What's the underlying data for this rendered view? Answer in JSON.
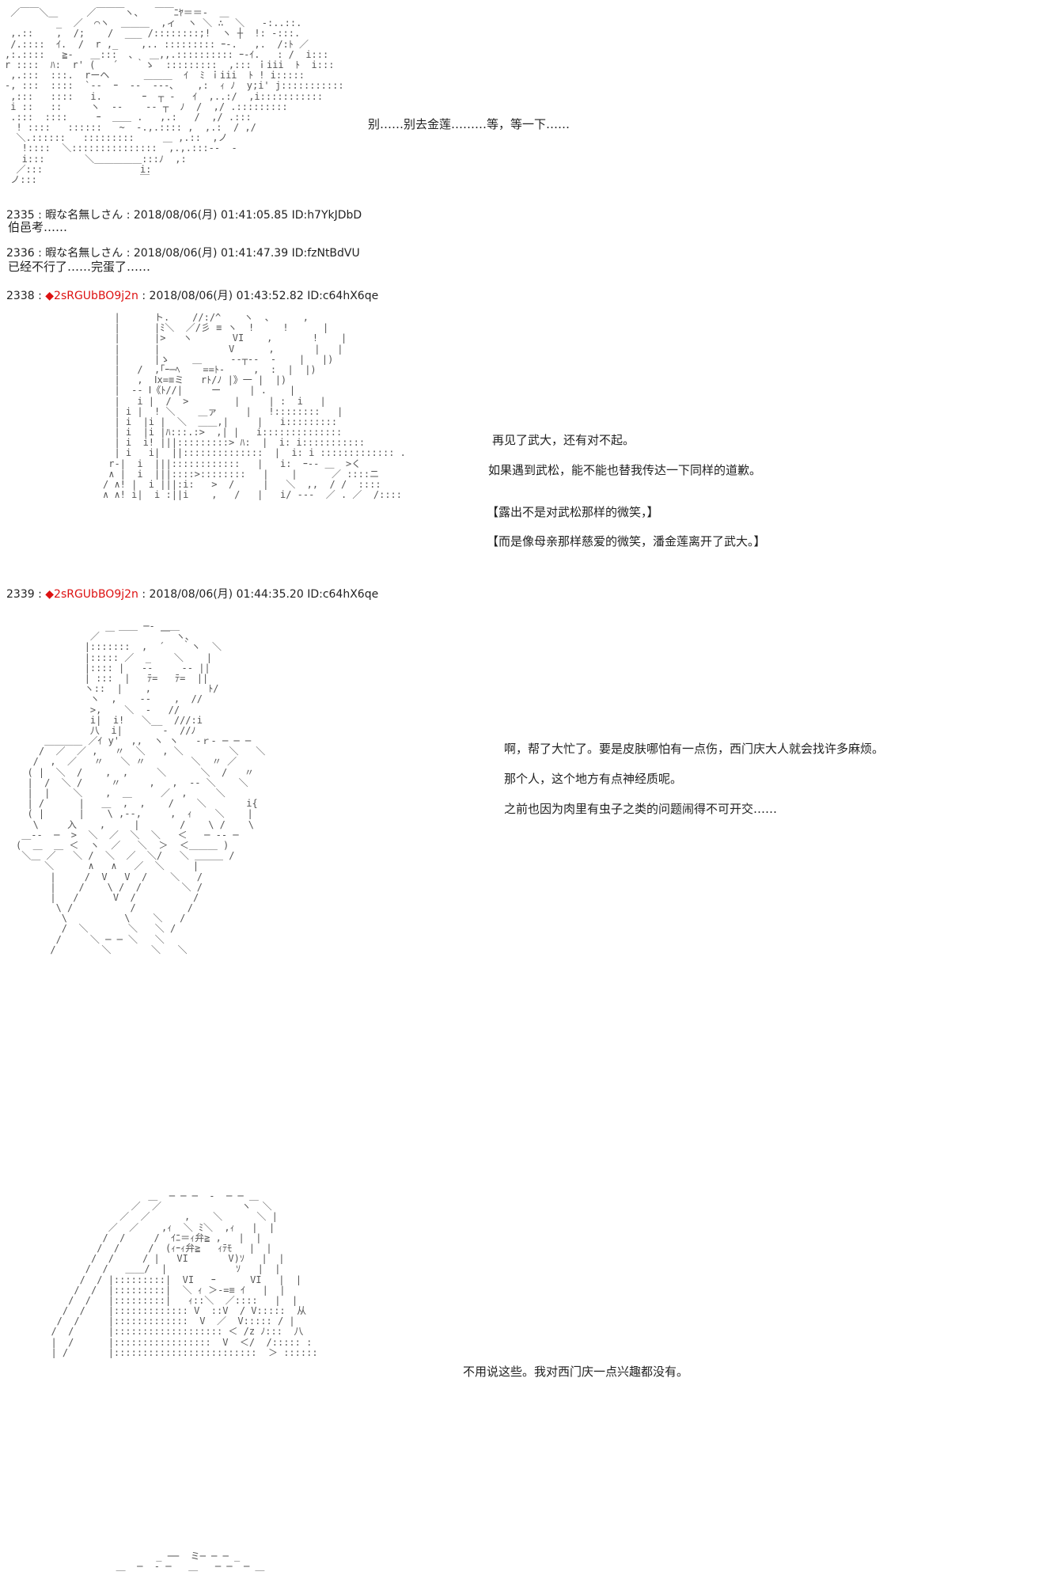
{
  "scene1": {
    "dialogue": "别……别去金莲………等，等一下……"
  },
  "posts": [
    {
      "no": "2335",
      "name": "暇な名無しさん",
      "trip": "",
      "datetime": "2018/08/06(月) 01:41:05.85",
      "id": "ID:h7YkJDbD",
      "body": "伯邑考……"
    },
    {
      "no": "2336",
      "name": "暇な名無しさん",
      "trip": "",
      "datetime": "2018/08/06(月) 01:41:47.39",
      "id": "ID:fzNtBdVU",
      "body": "已经不行了……完蛋了……"
    },
    {
      "no": "2338",
      "name": "",
      "trip": "◆2sRGUbBO9j2n",
      "datetime": "2018/08/06(月) 01:43:52.82",
      "id": "ID:c64hX6qe",
      "lines": [
        "再见了武大，还有对不起。",
        "如果遇到武松，能不能也替我传达一下同样的道歉。",
        "【露出不是对武松那样的微笑，】",
        "【而是像母亲那样慈爱的微笑，潘金莲离开了武大。】"
      ]
    },
    {
      "no": "2339",
      "name": "",
      "trip": "◆2sRGUbBO9j2n",
      "datetime": "2018/08/06(月) 01:44:35.20",
      "id": "ID:c64hX6qe",
      "lines": [
        "啊，帮了大忙了。要是皮肤哪怕有一点伤，西门庆大人就会找许多麻烦。",
        "那个人，这个地方有点神经质呢。",
        "之前也因为肉里有虫子之类的问题闹得不可开交……"
      ]
    }
  ],
  "scene4": {
    "dialogue": "不用说这些。我对西门庆一点兴趣都没有。"
  }
}
